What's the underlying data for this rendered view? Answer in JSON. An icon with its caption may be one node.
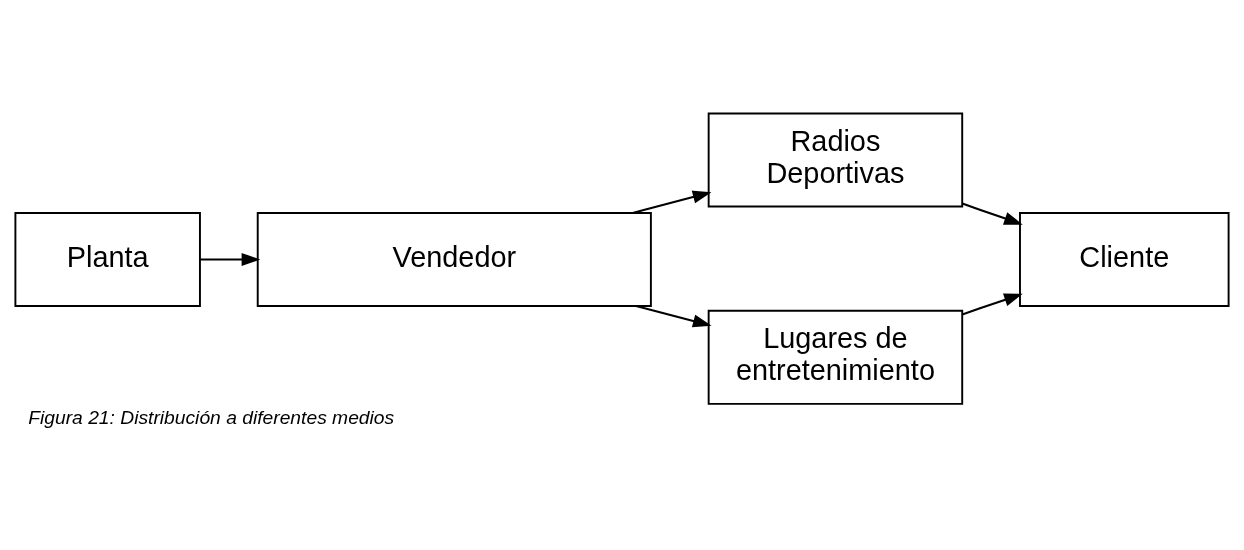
{
  "diagram": {
    "caption": "Figura 21: Distribución a diferentes medios",
    "nodes": [
      {
        "text": [
          "Planta"
        ]
      },
      {
        "text": [
          "Vendedor"
        ]
      },
      {
        "text": [
          "Radios Deportivas"
        ]
      },
      {
        "text": [
          "Lugares de entretenimiento"
        ]
      },
      {
        "text": [
          "Cliente"
        ]
      }
    ],
    "edges": [
      {
        "from": 0,
        "to": 1,
        "arrow": "to"
      },
      {
        "from": 1,
        "to": 2,
        "arrow": "to"
      },
      {
        "from": 1,
        "to": 3,
        "arrow": "to"
      },
      {
        "from": 2,
        "to": 4,
        "arrow": "to"
      },
      {
        "from": 3,
        "to": 4,
        "arrow": "to"
      }
    ]
  }
}
